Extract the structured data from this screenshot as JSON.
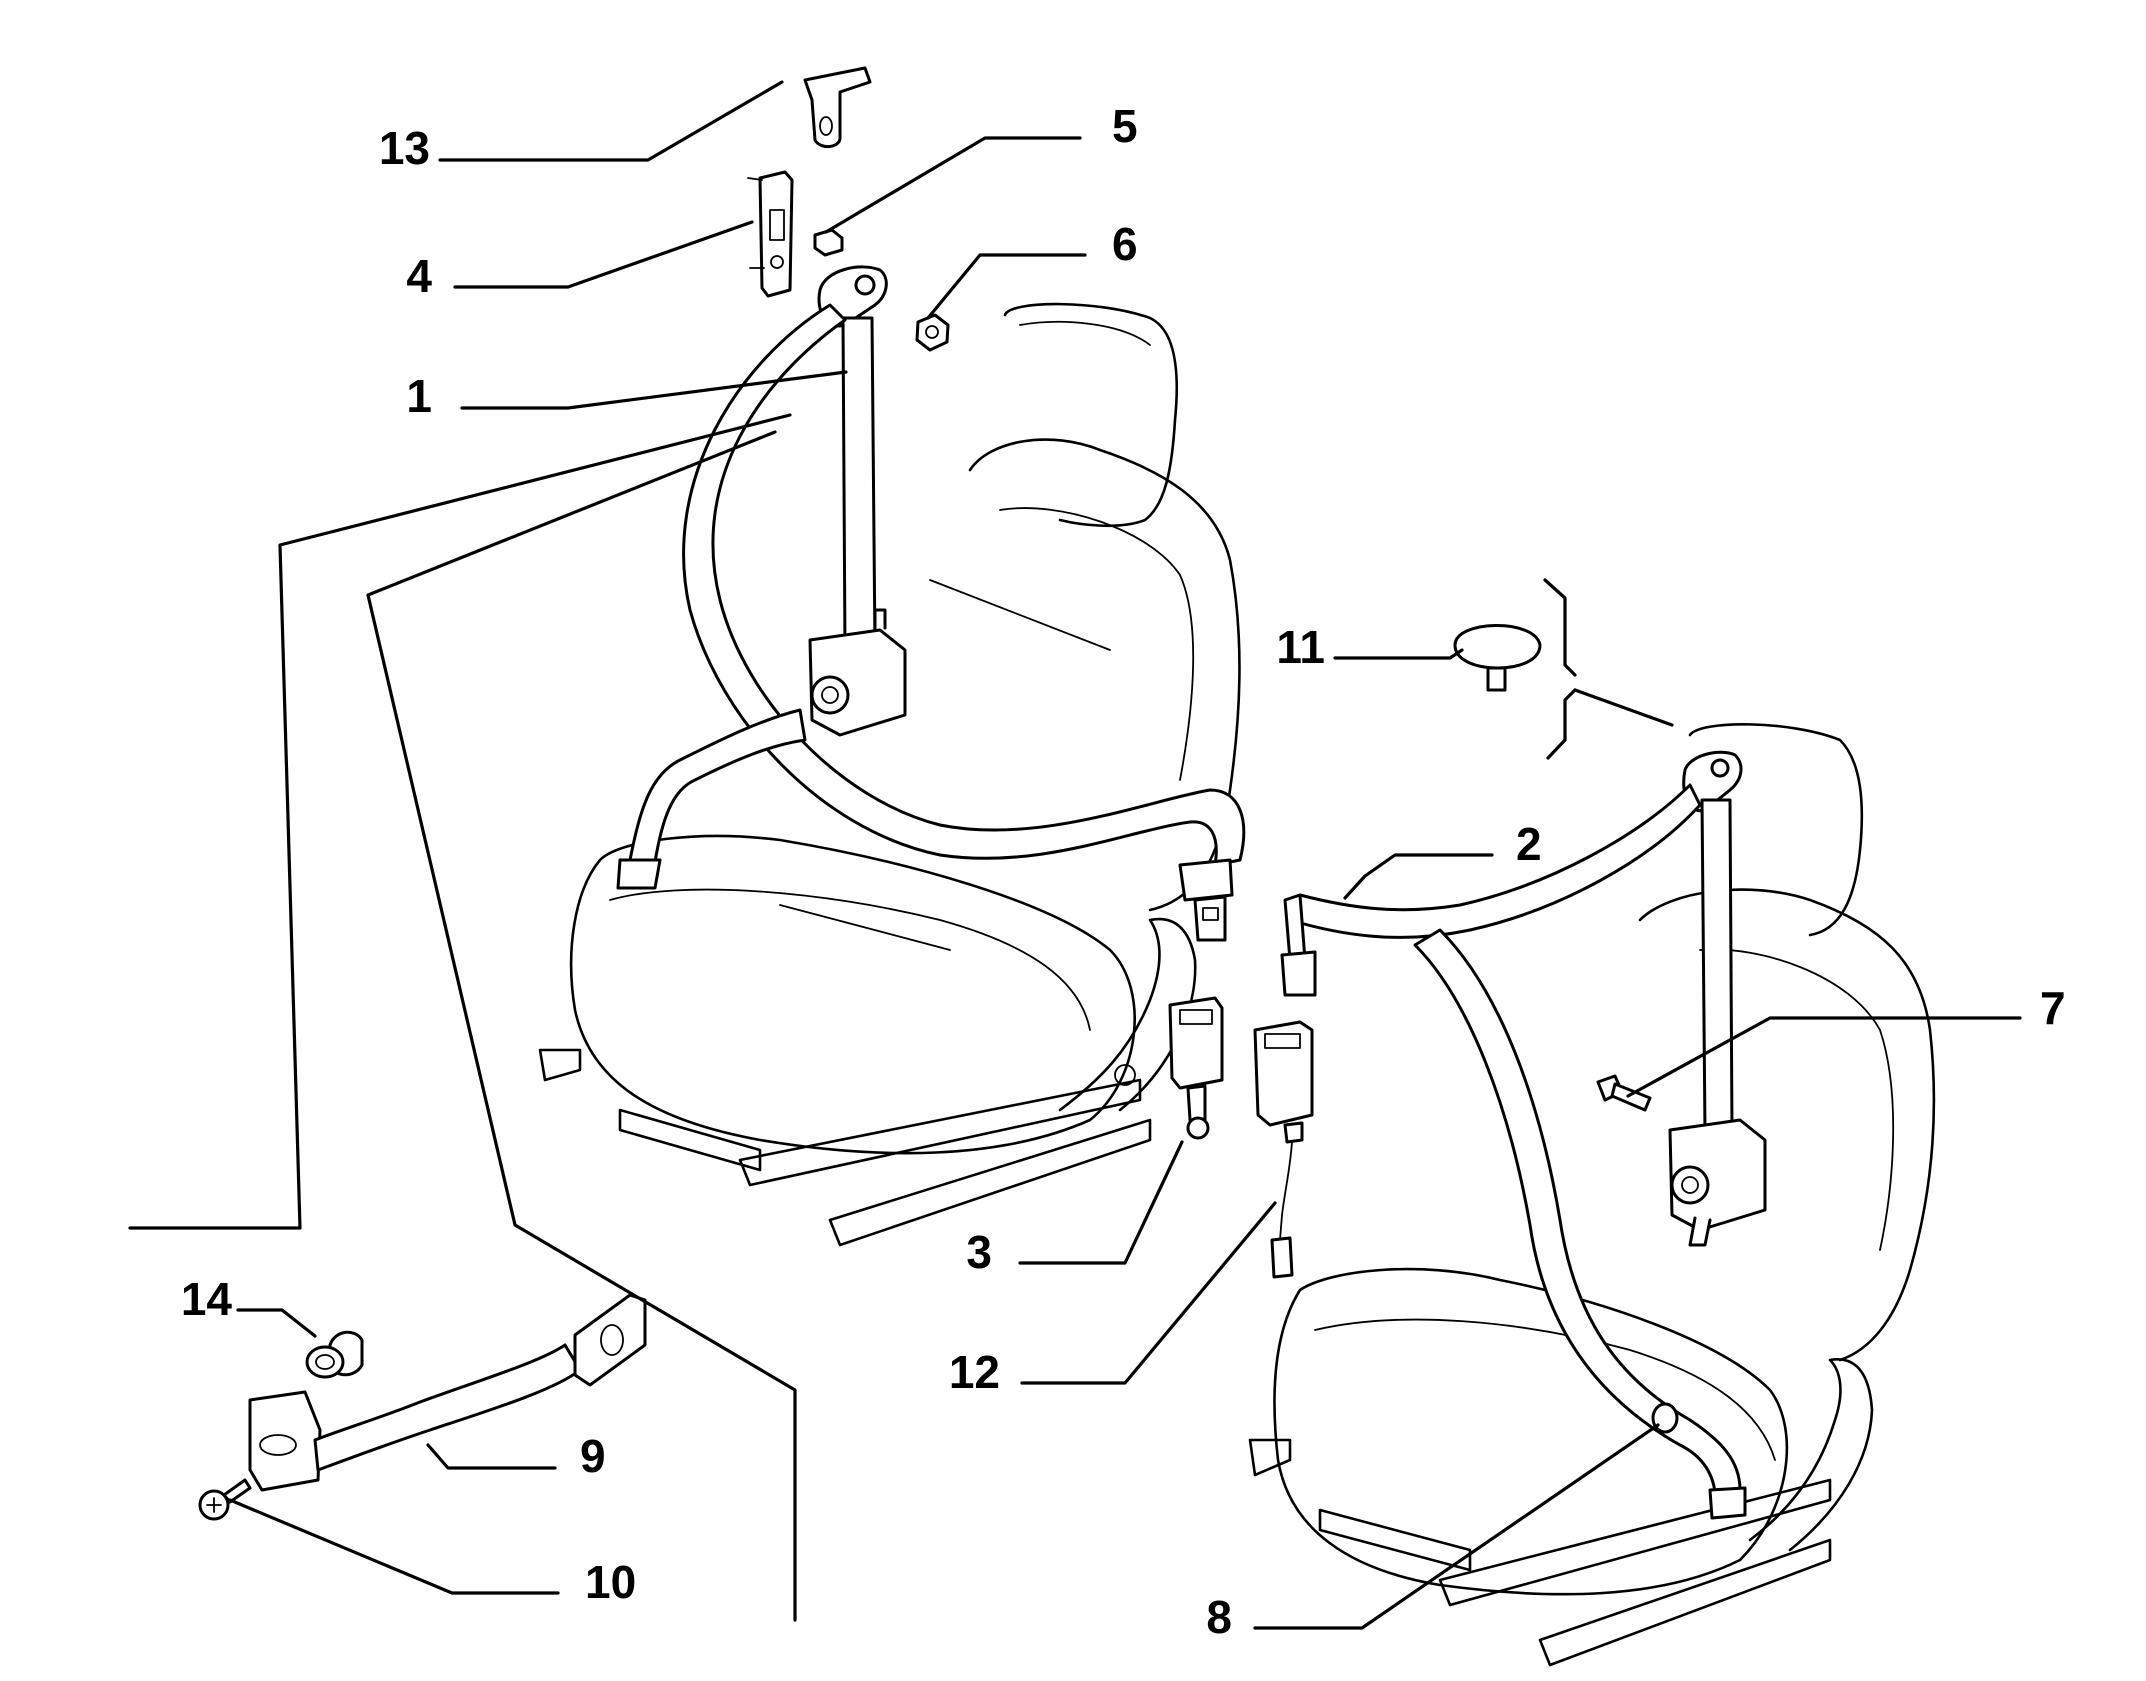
{
  "diagram": {
    "callouts": [
      {
        "id": "c13",
        "label": "13"
      },
      {
        "id": "c5",
        "label": "5"
      },
      {
        "id": "c4",
        "label": "4"
      },
      {
        "id": "c6",
        "label": "6"
      },
      {
        "id": "c1",
        "label": "1"
      },
      {
        "id": "c11",
        "label": "11"
      },
      {
        "id": "c2",
        "label": "2"
      },
      {
        "id": "c7",
        "label": "7"
      },
      {
        "id": "c3",
        "label": "3"
      },
      {
        "id": "c12",
        "label": "12"
      },
      {
        "id": "c14",
        "label": "14"
      },
      {
        "id": "c9",
        "label": "9"
      },
      {
        "id": "c10",
        "label": "10"
      },
      {
        "id": "c8",
        "label": "8"
      }
    ]
  }
}
